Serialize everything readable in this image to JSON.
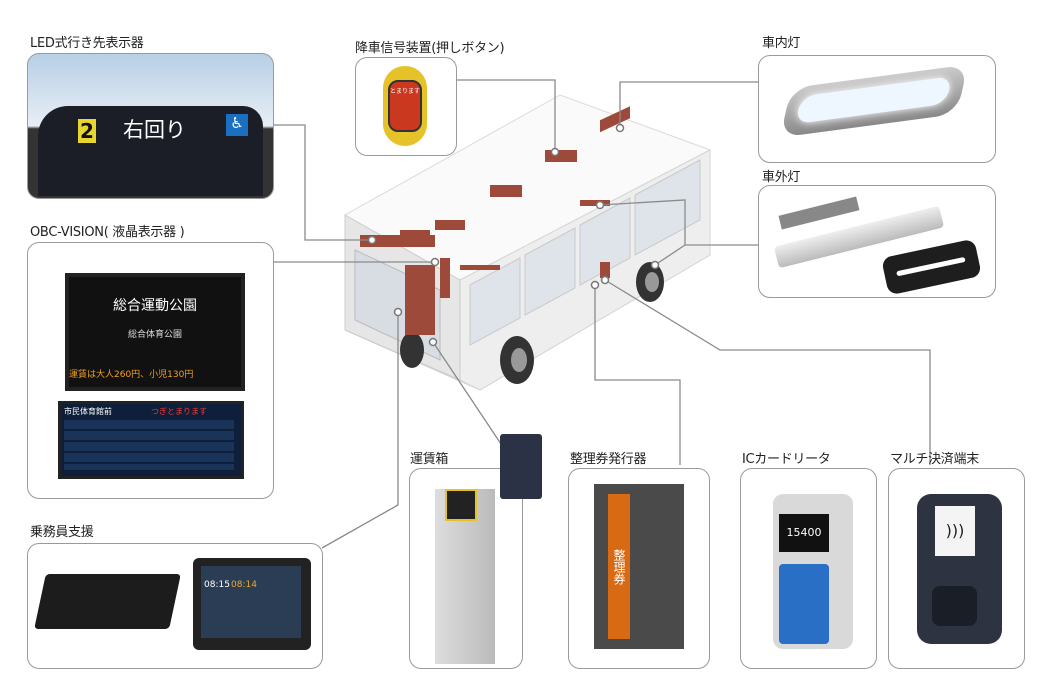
{
  "colors": {
    "box_border": "#9a9a9a",
    "line": "#8a8a8a",
    "equipment_accent": "#9e4a3a"
  },
  "components": [
    {
      "id": "led",
      "label": "LED式行き先表示器",
      "display_text": "右回り",
      "route_number": "2"
    },
    {
      "id": "stop-button",
      "label": "降車信号装置(押しボタン)",
      "display_text": "とまります"
    },
    {
      "id": "interior-light",
      "label": "車内灯"
    },
    {
      "id": "exterior-light",
      "label": "車外灯"
    },
    {
      "id": "obc-vision",
      "label": "OBC-VISION( 液晶表示器 )",
      "display_text": "総合運動公園",
      "sub_text": "総合体育公園",
      "ticker": "運賃は大人260円、小児130円",
      "fare_header": "市民体育館前",
      "fare_notice": "つぎとまります"
    },
    {
      "id": "crew-support",
      "label": "乗務員支援",
      "display_time": "08:15",
      "display_time2": "08:14"
    },
    {
      "id": "fare-box",
      "label": "運賃箱"
    },
    {
      "id": "ticket-issuer",
      "label": "整理券発行器",
      "display_text": "整理券"
    },
    {
      "id": "ic-reader",
      "label": "ICカードリータ",
      "display_amount": "15400"
    },
    {
      "id": "multi-payment",
      "label": "マルチ決済端末"
    }
  ]
}
